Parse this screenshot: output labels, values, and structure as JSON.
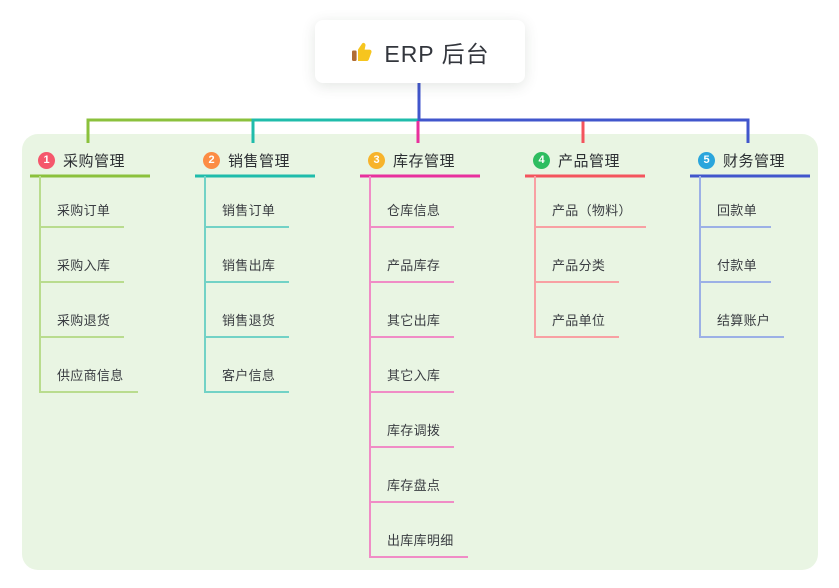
{
  "root": {
    "label": "ERP 后台",
    "icon": "thumbs-up"
  },
  "branches": [
    {
      "number": "1",
      "label": "采购管理",
      "badge_color": "#f5576c",
      "line_color": "#8bc13c",
      "child_line_color": "#b9dc8e",
      "children": [
        "采购订单",
        "采购入库",
        "采购退货",
        "供应商信息"
      ]
    },
    {
      "number": "2",
      "label": "销售管理",
      "badge_color": "#fc8c44",
      "line_color": "#1fbcab",
      "child_line_color": "#72d2c6",
      "children": [
        "销售订单",
        "销售出库",
        "销售退货",
        "客户信息"
      ]
    },
    {
      "number": "3",
      "label": "库存管理",
      "badge_color": "#f7b32b",
      "line_color": "#e8309d",
      "child_line_color": "#f08cc6",
      "children": [
        "仓库信息",
        "产品库存",
        "其它出库",
        "其它入库",
        "库存调拨",
        "库存盘点",
        "出库库明细"
      ]
    },
    {
      "number": "4",
      "label": "产品管理",
      "badge_color": "#2ebd60",
      "line_color": "#f4545d",
      "child_line_color": "#f8a0a3",
      "children": [
        "产品（物料）",
        "产品分类",
        "产品单位"
      ]
    },
    {
      "number": "5",
      "label": "财务管理",
      "badge_color": "#2aa5dc",
      "line_color": "#4156cc",
      "child_line_color": "#9cb0e6",
      "children": [
        "回款单",
        "付款单",
        "结算账户"
      ]
    }
  ],
  "colors": {
    "canvas_bg": "#ffffff",
    "panel_bg": "#e9f5e3",
    "root_text": "#33363d",
    "thumb_yellow": "#f6c51e",
    "thumb_cuff": "#b06c34"
  }
}
